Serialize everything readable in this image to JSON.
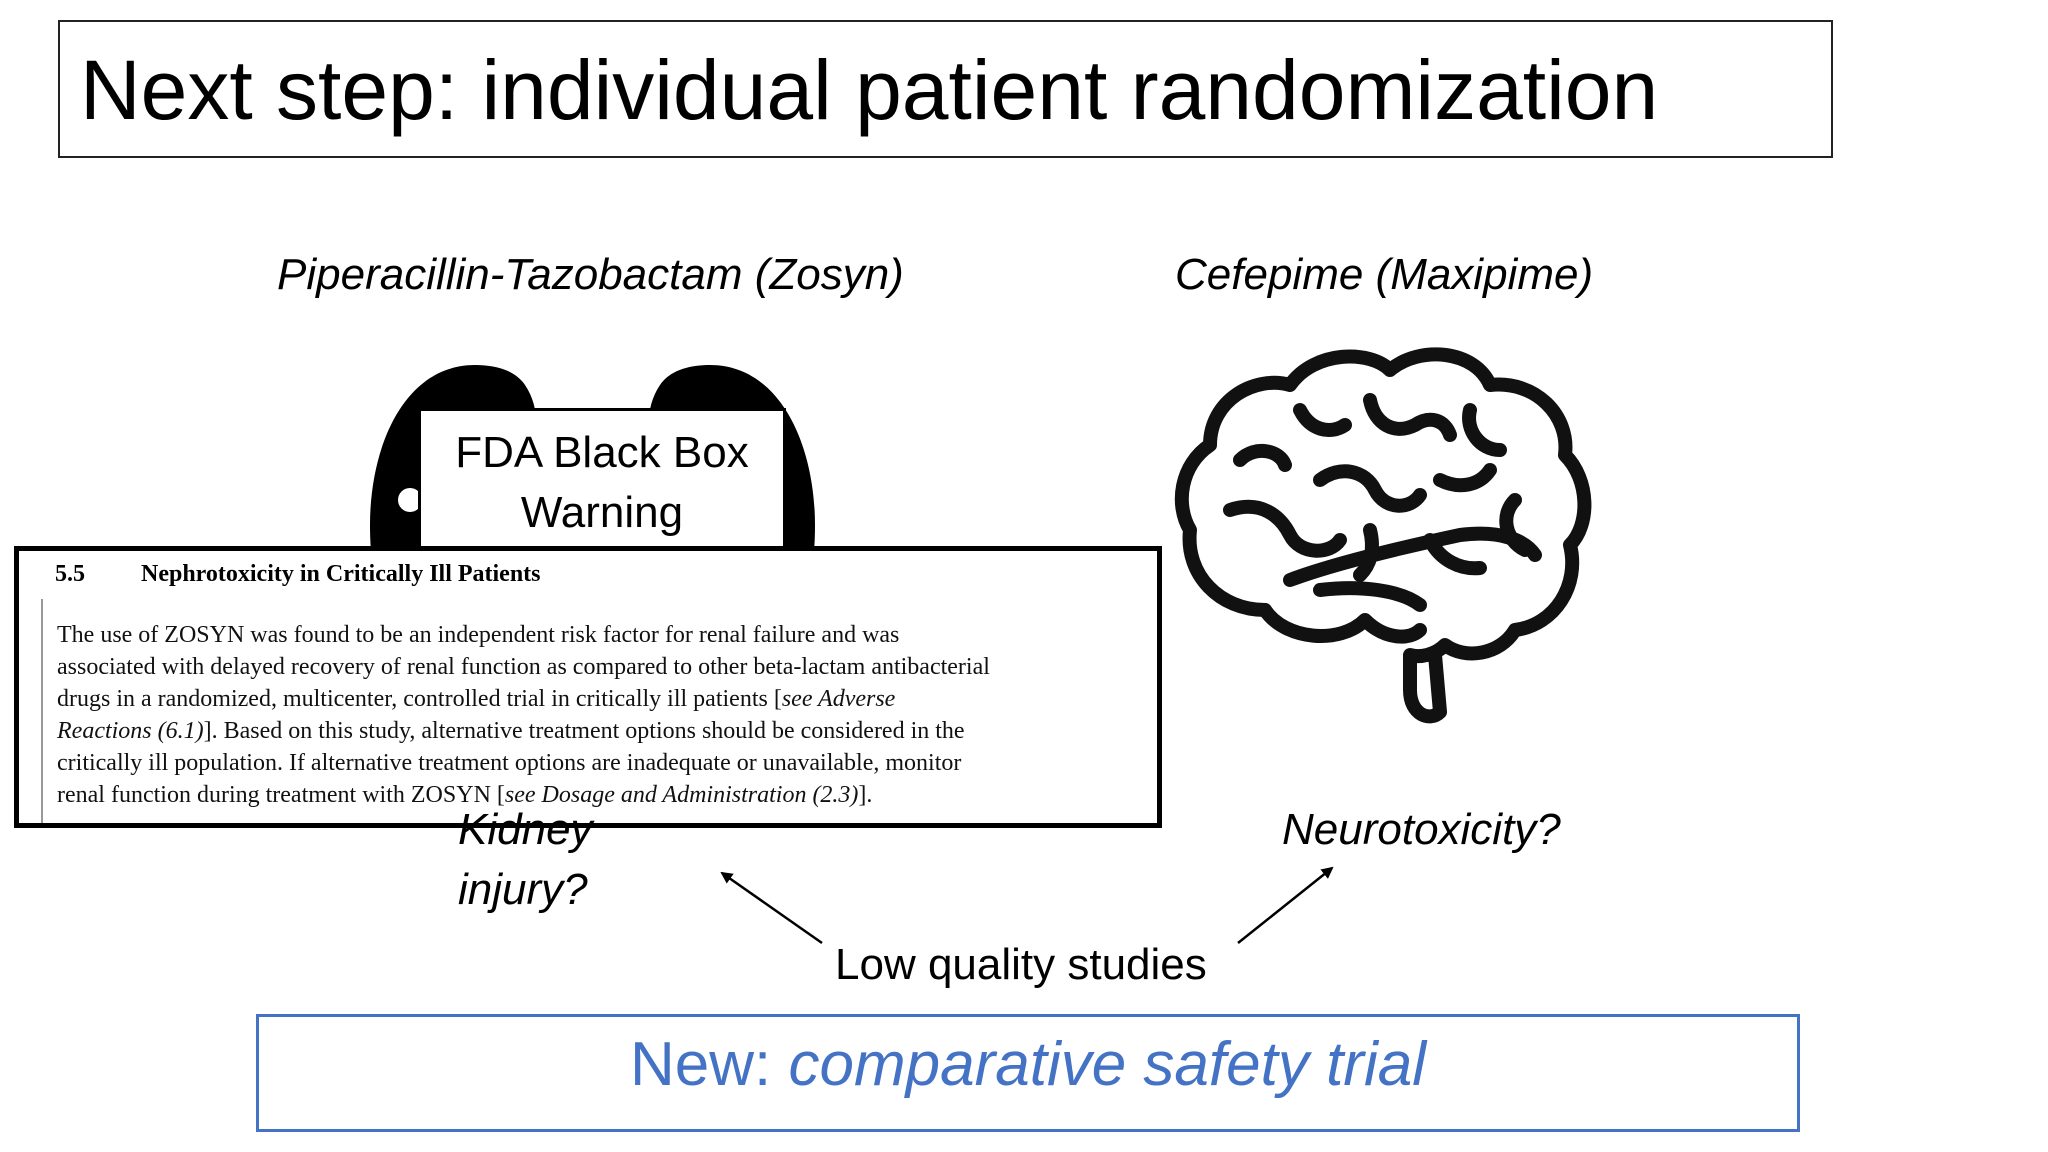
{
  "slide": {
    "title": "Next step: individual patient randomization",
    "left_drug": "Piperacillin-Tazobactam (Zosyn)",
    "right_drug": "Cefepime (Maxipime)",
    "fda_box": {
      "line1": "FDA Black Box",
      "line2": "Warning"
    },
    "warning": {
      "section_number": "5.5",
      "heading": "Nephrotoxicity in Critically Ill Patients",
      "line1": "The use of ZOSYN was found to be an independent risk factor for renal failure and was",
      "line2": "associated with delayed recovery of renal function as compared to other beta-lactam antibacterial",
      "line3_pre": "drugs in a randomized, multicenter, controlled trial in critically ill patients [",
      "line3_ref": "see Adverse",
      "line4_ref": "Reactions (6.1)",
      "line4_post": "]. Based on this study, alternative treatment options should be considered in the",
      "line5": "critically ill population. If alternative treatment options are inadequate or unavailable, monitor",
      "line6_pre": "renal function during treatment with ZOSYN [",
      "line6_ref": "see Dosage and Administration (2.3)",
      "line6_post": "]."
    },
    "kidney_question": {
      "line1": "Kidney",
      "line2": "injury?"
    },
    "neuro_question": "Neurotoxicity?",
    "low_quality": "Low quality studies",
    "new_prefix": "New: ",
    "new_emphasis": "comparative safety trial"
  },
  "icons": {
    "kidney": "kidneys-icon",
    "brain": "brain-icon"
  },
  "colors": {
    "accent": "#4472c4",
    "text": "#000000"
  }
}
